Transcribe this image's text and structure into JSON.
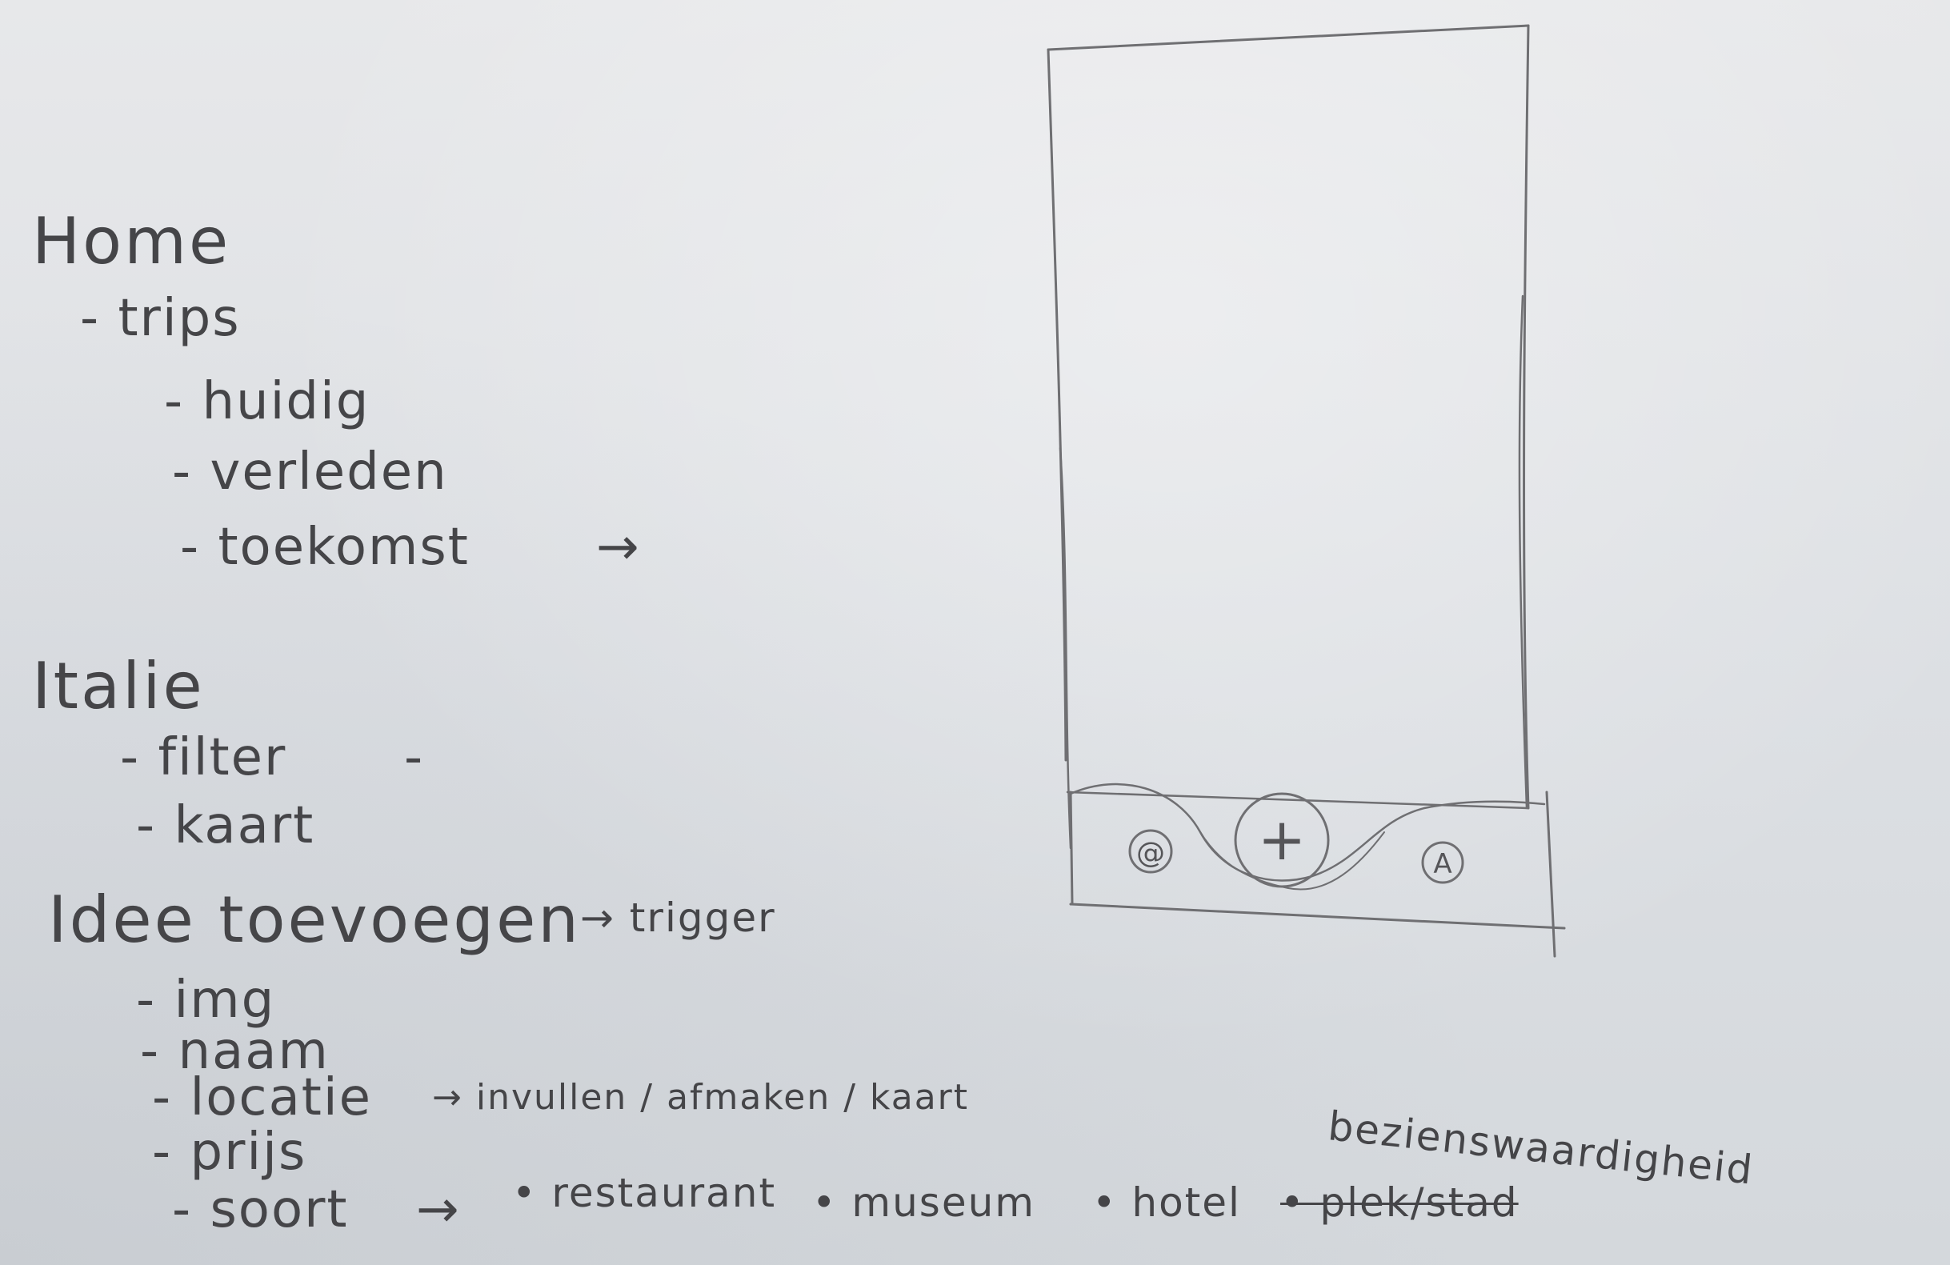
{
  "outline": {
    "home": "Home",
    "trips": "- trips",
    "huidig": "- huidig",
    "verleden": "- verleden",
    "toekomst": "- toekomst",
    "toekomst_arrow": "→",
    "italie": "Italie",
    "filter": "- filter",
    "filter_dash": "-",
    "kaart": "- kaart",
    "idee": "Idee toevoegen",
    "idee_arrow": "→ trigger",
    "img": "- img",
    "naam": "- naam",
    "locatie": "- locatie",
    "locatie_arrow": "→ invullen / afmaken / kaart",
    "prijs": "- prijs",
    "soort": "- soort",
    "soort_arrow": "→",
    "restaurant": "• restaurant",
    "museum": "• museum",
    "hotel": "• hotel",
    "plek_stad": "• plek/stad",
    "bezienswaardigheid": "bezienswaardigheid"
  },
  "phone": {
    "left_icon": "@",
    "center_icon": "+",
    "right_icon": "A"
  }
}
